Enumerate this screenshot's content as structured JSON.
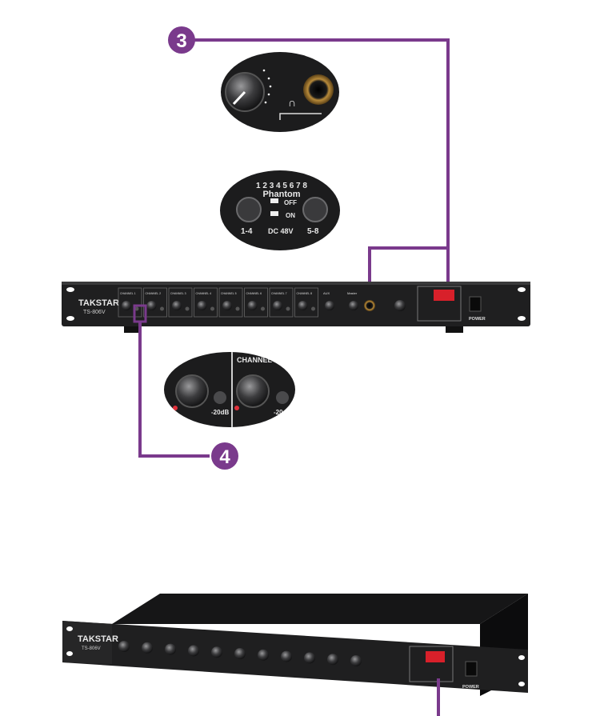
{
  "colors": {
    "callout_line": "#7a3a8c",
    "badge_fill": "#7a3a8c",
    "panel": "#1f1f20",
    "panel_dark": "#121213",
    "rack_ear": "#2a2a2b",
    "knob_ring": "#5a5a5c",
    "label": "#d8d8d8",
    "led_red": "#d8202a",
    "switch_red": "#e0303a"
  },
  "badges": {
    "headphone_callout": "3",
    "input_callout": "4"
  },
  "front_panel": {
    "brand": "TAKSTAR",
    "model": "TS-806V",
    "power_label": "POWER",
    "channel_labels": [
      "CHANNEL 1",
      "CHANNEL 2",
      "CHANNEL 3",
      "CHANNEL 4",
      "CHANNEL 5",
      "CHANNEL 6",
      "CHANNEL 7",
      "CHANNEL 8"
    ],
    "section_labels": [
      "AUX",
      "Master"
    ]
  },
  "phantom_zoom": {
    "numbers": "1 2 3 4 5 6 7 8",
    "title": "Phantom",
    "off_label": "OFF",
    "on_label": "ON",
    "left_group": "1-4",
    "voltage": "DC 48V",
    "right_group": "5-8"
  },
  "input_zoom": {
    "channel_label": "CHANNEL",
    "pad_left": "-20dB",
    "pad_right": "-20"
  },
  "device_3d": {
    "brand": "TAKSTAR",
    "model": "TS-806V",
    "power_label": "POWER"
  }
}
